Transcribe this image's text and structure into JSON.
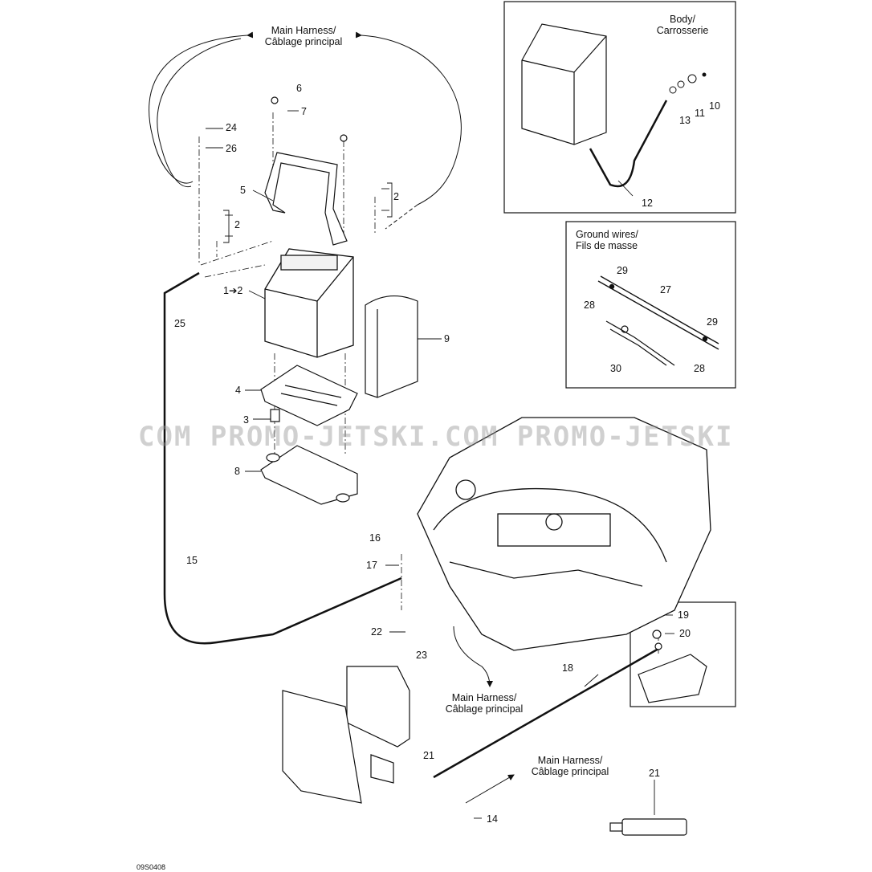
{
  "labels": {
    "main_harness_top": [
      "Main Harness/",
      "Câblage principal"
    ],
    "main_harness_mid": [
      "Main Harness/",
      "Câblage principal"
    ],
    "main_harness_bottom": [
      "Main Harness/",
      "Câblage principal"
    ],
    "body": [
      "Body/",
      "Carrosserie"
    ],
    "ground_wires": [
      "Ground wires/",
      "Fils de masse"
    ]
  },
  "callouts": {
    "n6": "6",
    "n7": "7",
    "n24": "24",
    "n26": "26",
    "n5": "5",
    "n2a": "2",
    "n2b": "2",
    "n1to2": "1➔2",
    "n25": "25",
    "n9": "9",
    "n4": "4",
    "n3": "3",
    "n8": "8",
    "n15": "15",
    "n16": "16",
    "n17": "17",
    "n22": "22",
    "n23": "23",
    "n18": "18",
    "n19": "19",
    "n20": "20",
    "n21a": "21",
    "n21b": "21",
    "n14": "14",
    "n10": "10",
    "n11": "11",
    "n13": "13",
    "n12": "12",
    "n29a": "29",
    "n27": "27",
    "n28a": "28",
    "n29b": "29",
    "n30": "30",
    "n28b": "28"
  },
  "watermark": "COM  PROMO-JETSKI.COM  PROMO-JETSKI",
  "drawing_code": "09S0408"
}
